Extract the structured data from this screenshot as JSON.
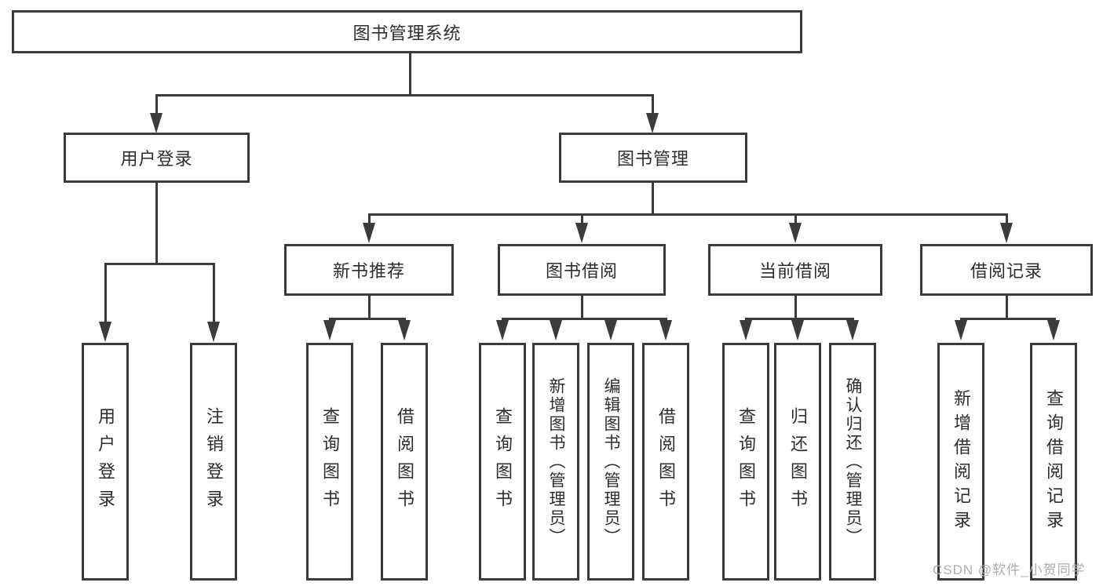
{
  "tree": {
    "root": {
      "label": "图书管理系统",
      "children": [
        {
          "label": "用户登录",
          "children": [
            {
              "label": "用户登录"
            },
            {
              "label": "注销登录"
            }
          ]
        },
        {
          "label": "图书管理",
          "children": [
            {
              "label": "新书推荐",
              "children": [
                {
                  "label": "查询图书"
                },
                {
                  "label": "借阅图书"
                }
              ]
            },
            {
              "label": "图书借阅",
              "children": [
                {
                  "label": "查询图书"
                },
                {
                  "label": "新增图书（管理员）"
                },
                {
                  "label": "编辑图书（管理员）"
                },
                {
                  "label": "借阅图书"
                }
              ]
            },
            {
              "label": "当前借阅",
              "children": [
                {
                  "label": "查询图书"
                },
                {
                  "label": "归还图书"
                },
                {
                  "label": "确认归还（管理员）"
                }
              ]
            },
            {
              "label": "借阅记录",
              "children": [
                {
                  "label": "新增借阅记录"
                },
                {
                  "label": "查询借阅记录"
                }
              ]
            }
          ]
        }
      ]
    }
  },
  "watermark": "CSDN @软件_小贺同学",
  "colors": {
    "line": "#3b3b3b",
    "text": "#2d2d2d",
    "watermark": "#acacac",
    "background": "#ffffff"
  }
}
